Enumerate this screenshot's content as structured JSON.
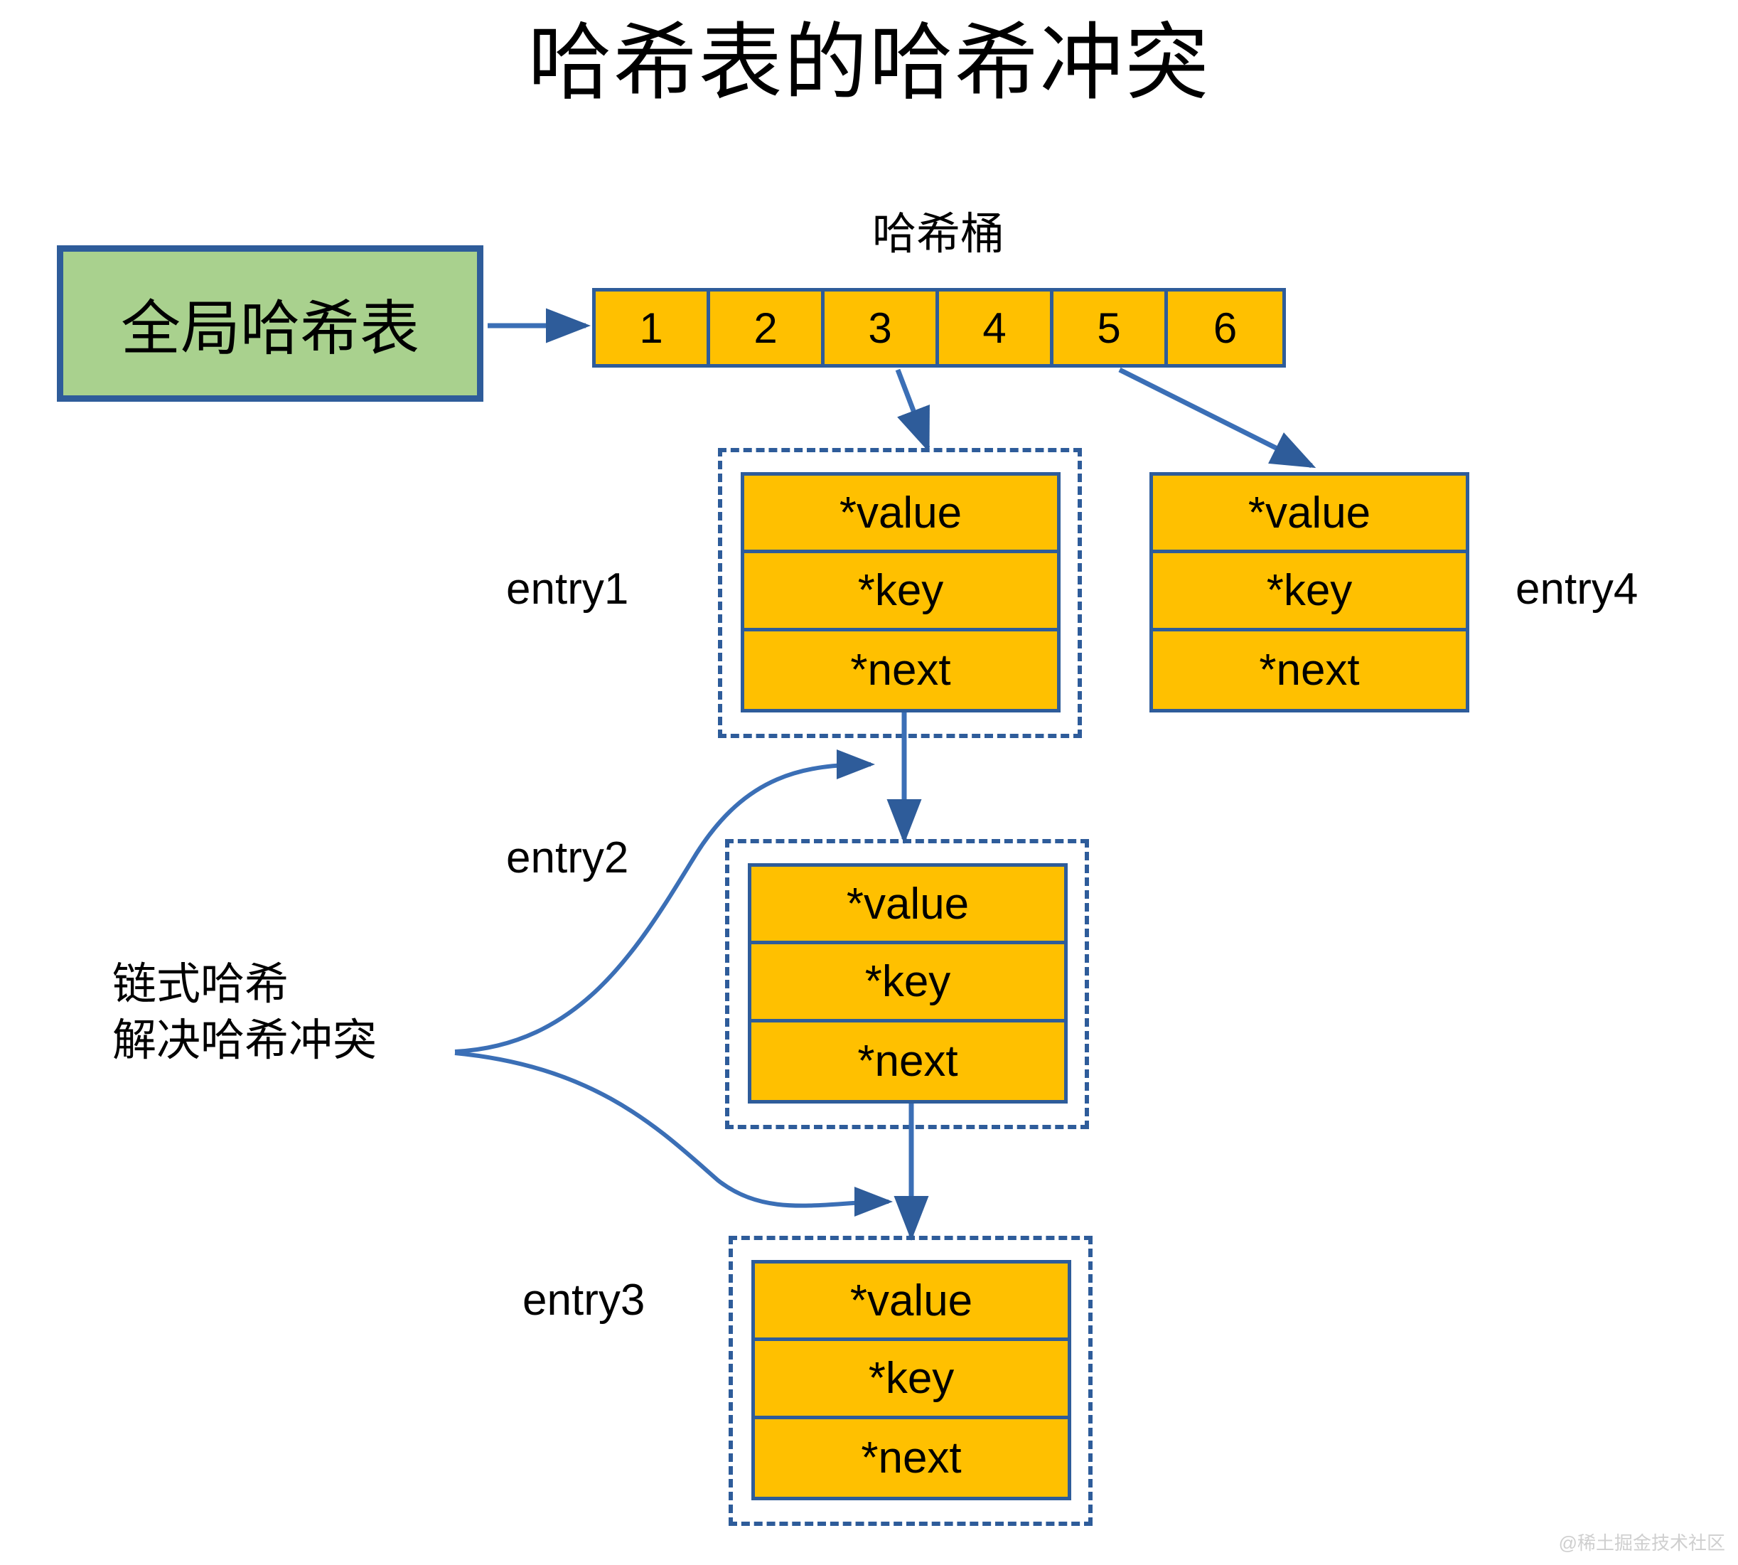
{
  "title": "哈希表的哈希冲突",
  "global_table": {
    "label": "全局哈希表"
  },
  "bucket": {
    "label": "哈希桶",
    "cells": [
      "1",
      "2",
      "3",
      "4",
      "5",
      "6"
    ]
  },
  "entries": [
    {
      "name": "entry1",
      "label": "entry1",
      "fields": [
        "*value",
        "*key",
        "*next"
      ],
      "dashed": true
    },
    {
      "name": "entry4",
      "label": "entry4",
      "fields": [
        "*value",
        "*key",
        "*next"
      ],
      "dashed": false
    },
    {
      "name": "entry2",
      "label": "entry2",
      "fields": [
        "*value",
        "*key",
        "*next"
      ],
      "dashed": true
    },
    {
      "name": "entry3",
      "label": "entry3",
      "fields": [
        "*value",
        "*key",
        "*next"
      ],
      "dashed": true
    }
  ],
  "chain_note": {
    "line1": "链式哈希",
    "line2": "解决哈希冲突"
  },
  "watermark": "@稀土掘金技术社区",
  "colors": {
    "accent_blue": "#2E5C9A",
    "bucket_orange": "#FFC000",
    "table_green": "#A9D18E",
    "text_black": "#000000",
    "watermark_gray": "#CFCFCF"
  }
}
